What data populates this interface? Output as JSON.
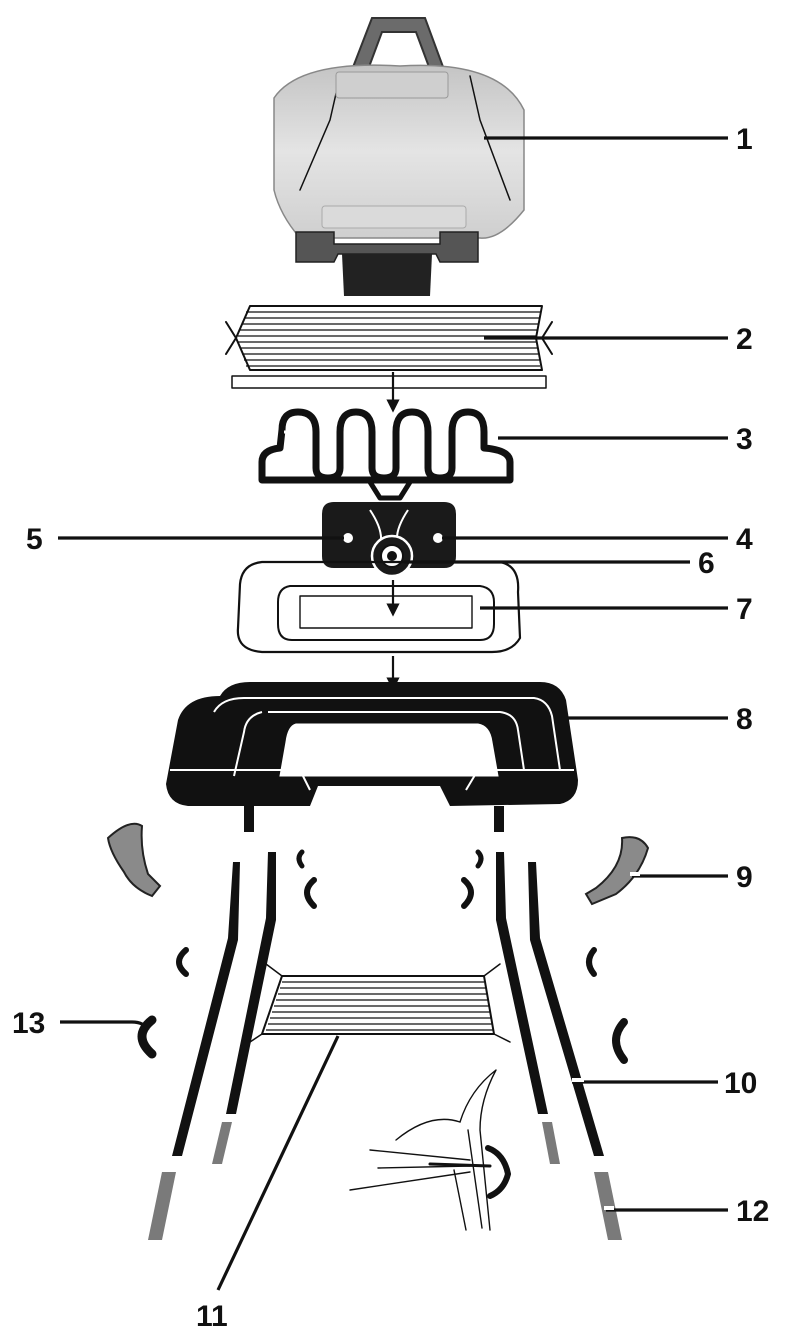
{
  "diagram": {
    "callouts": [
      {
        "id": "1",
        "label": "1"
      },
      {
        "id": "2",
        "label": "2"
      },
      {
        "id": "3",
        "label": "3"
      },
      {
        "id": "4",
        "label": "4"
      },
      {
        "id": "5",
        "label": "5"
      },
      {
        "id": "6",
        "label": "6"
      },
      {
        "id": "7",
        "label": "7"
      },
      {
        "id": "8",
        "label": "8"
      },
      {
        "id": "9",
        "label": "9"
      },
      {
        "id": "10",
        "label": "10"
      },
      {
        "id": "11",
        "label": "11"
      },
      {
        "id": "12",
        "label": "12"
      },
      {
        "id": "13",
        "label": "13"
      }
    ],
    "colors": {
      "ink": "#111111",
      "lid": "#d6d6d6",
      "lid_shade": "#b9b9b9",
      "handle": "#6b6b6b",
      "foot": "#7a7a7a",
      "leg_handle": "#8a8a8a",
      "background": "#ffffff"
    }
  }
}
